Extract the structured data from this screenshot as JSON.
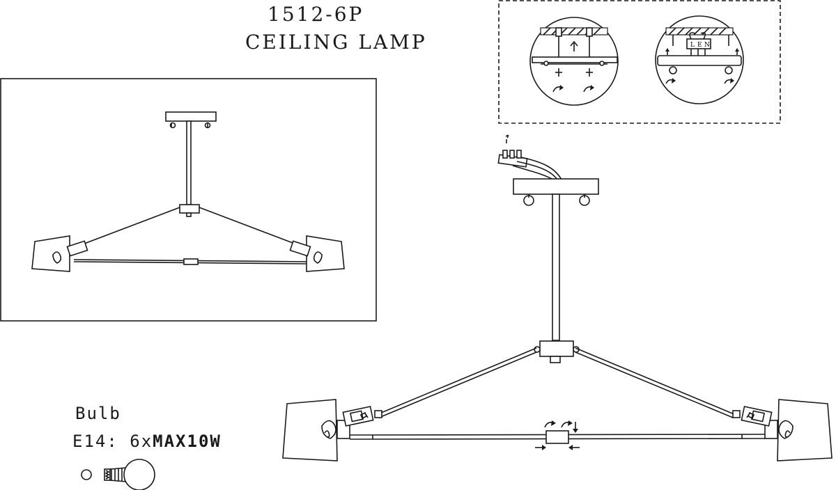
{
  "header": {
    "model": "1512-6P",
    "product": "CEILING LAMP"
  },
  "bulb": {
    "title": "Bulb",
    "spec_prefix": "E14: 6x",
    "spec_bold": "MAX10W"
  },
  "wiring": {
    "terminal_labels": [
      "L",
      "E",
      "N"
    ]
  }
}
